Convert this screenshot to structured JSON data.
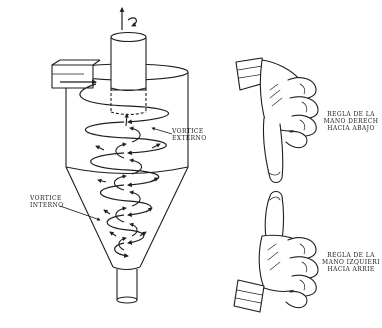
{
  "labels": {
    "vortice_externo": {
      "line1": "VORTICE",
      "line2": "EXTERNO"
    },
    "vortice_interno": {
      "line1": "VORTICE",
      "line2": "INTERNO"
    },
    "regla_derecha": {
      "line1": "REGLA DE LA",
      "line2": "MANO DERECH",
      "line3": "HACIA ABAJO"
    },
    "regla_izquierda": {
      "line1": "REGLA DE LA",
      "line2": "MANO IZQUIERI",
      "line3": "HACIA ARRIE"
    }
  },
  "icons": {
    "cyclone": "cyclone-separator-icon",
    "hand_down": "thumb-down-hand-icon",
    "hand_up": "thumb-up-hand-icon"
  },
  "colors": {
    "ink": "#1e1e1e",
    "background": "#ffffff"
  }
}
